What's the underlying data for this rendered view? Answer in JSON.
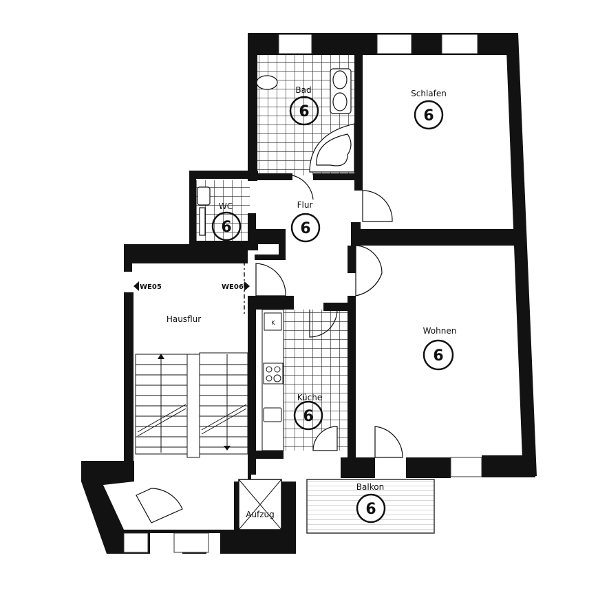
{
  "plan": {
    "wall_color": "#121212",
    "background": "#ffffff",
    "tile_color": "#222222",
    "unit_badge_number": "6"
  },
  "rooms": {
    "bad": {
      "label": "Bad",
      "badge": "6"
    },
    "schlafen": {
      "label": "Schlafen",
      "badge": "6"
    },
    "wc": {
      "label": "WC",
      "badge": "6"
    },
    "flur": {
      "label": "Flur",
      "badge": "6"
    },
    "kueche": {
      "label": "Küche",
      "badge": "6"
    },
    "wohnen": {
      "label": "Wohnen",
      "badge": "6"
    },
    "balkon": {
      "label": "Balkon",
      "badge": "6"
    },
    "hausflur": {
      "label": "Hausflur"
    },
    "aufzug": {
      "label": "Aufzug"
    }
  },
  "markers": {
    "we05": "WE05",
    "we06": "WE06"
  },
  "fixtures": {
    "fridge_symbol": "K"
  }
}
